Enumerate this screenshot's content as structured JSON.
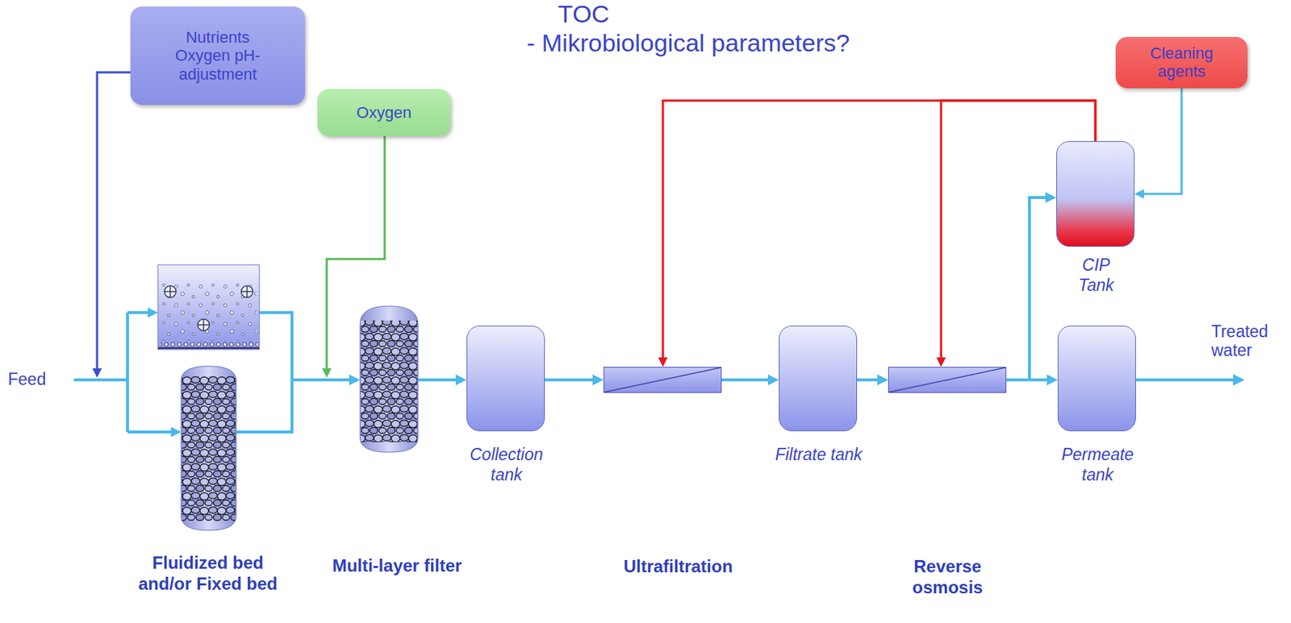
{
  "diagram": {
    "nodes": [
      {
        "text": [
          "Nutrients Oxygen pH-adjustment"
        ]
      },
      {
        "text": [
          "Oxygen"
        ]
      },
      {
        "text": [
          "Cleaning agents"
        ]
      },
      {
        "text": [
          "CIP Tank"
        ]
      },
      {
        "text": [
          "Fluidized bed and/or Fixed bed"
        ]
      },
      {
        "text": [
          "Multi-layer filter"
        ]
      },
      {
        "text": [
          "Collection tank"
        ]
      },
      {
        "text": [
          "Ultrafiltration"
        ]
      },
      {
        "text": [
          "Filtrate tank"
        ]
      },
      {
        "text": [
          "Reverse osmosis"
        ]
      },
      {
        "text": [
          "Permeate tank"
        ]
      }
    ],
    "edges": [
      {
        "from": 0,
        "to": 4,
        "arrow": "to"
      },
      {
        "from": 1,
        "to": 5,
        "arrow": "to"
      },
      {
        "from": 2,
        "to": 3,
        "arrow": "to"
      },
      {
        "from": 3,
        "to": 7,
        "arrow": "to"
      },
      {
        "from": 3,
        "to": 9,
        "arrow": "to"
      },
      {
        "from": 4,
        "to": 5,
        "arrow": "to"
      },
      {
        "from": 5,
        "to": 6,
        "arrow": "to"
      },
      {
        "from": 6,
        "to": 7,
        "arrow": "to"
      },
      {
        "from": 7,
        "to": 8,
        "arrow": "to"
      },
      {
        "from": 8,
        "to": 9,
        "arrow": "to"
      },
      {
        "from": 9,
        "to": 10,
        "arrow": "to"
      },
      {
        "from": 9,
        "to": 3,
        "arrow": "to"
      }
    ],
    "labels": [
      "TOC",
      "- Mikrobiological parameters?",
      "Feed",
      "Treated water"
    ]
  }
}
